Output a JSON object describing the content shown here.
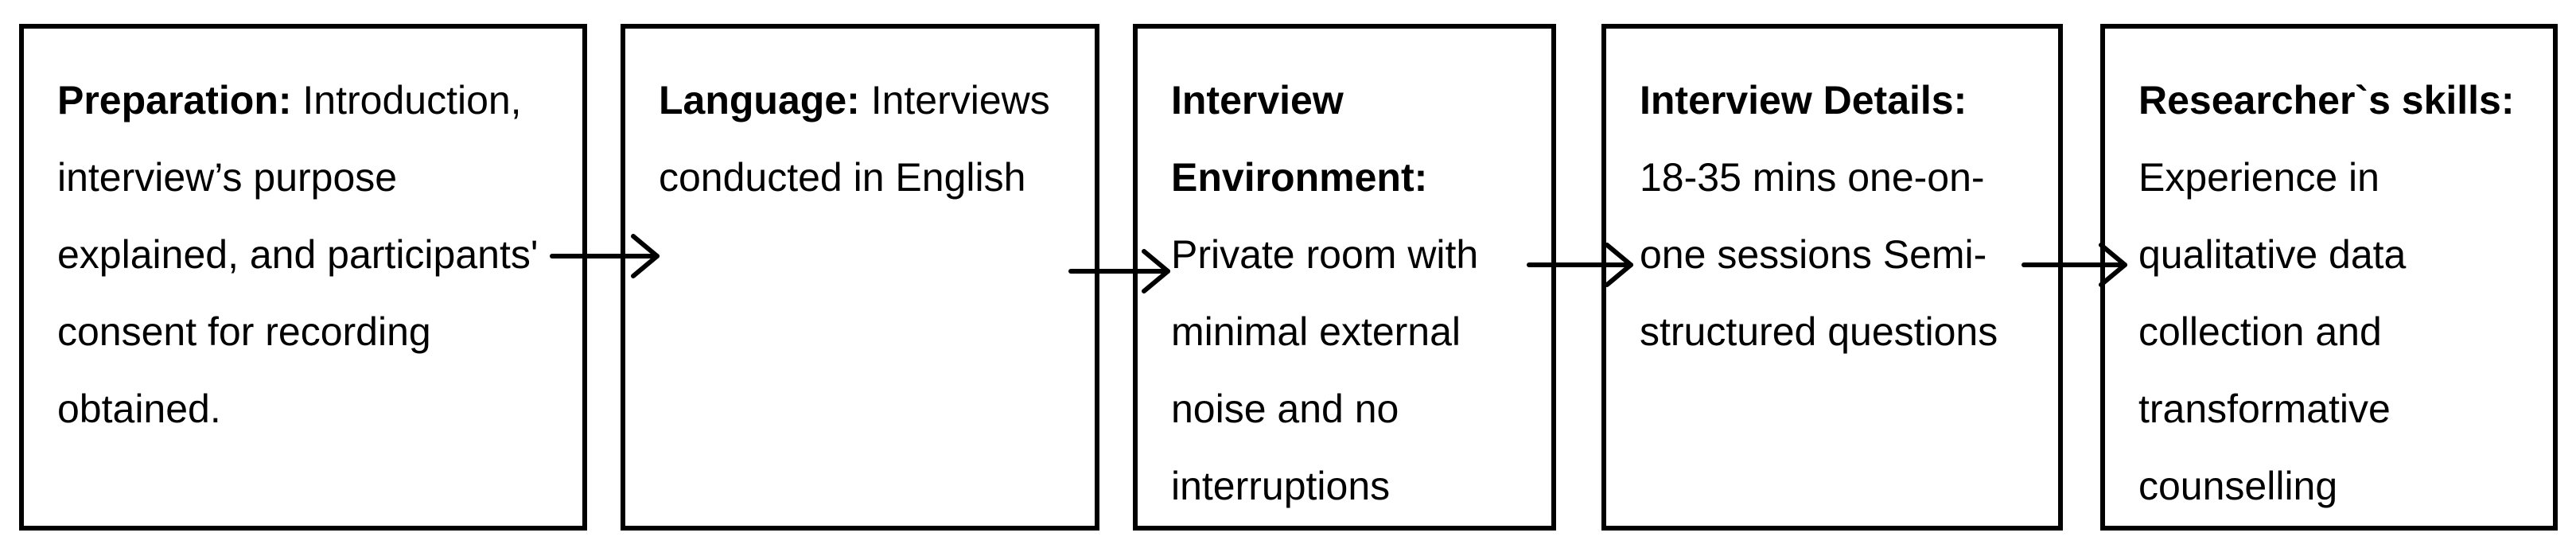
{
  "steps": [
    {
      "heading": "Preparation:",
      "text": " Introduction, interview’s purpose explained, and participants' consent for recording obtained."
    },
    {
      "heading": "Language:",
      "text": " Interviews conducted in English"
    },
    {
      "heading": "Interview Environment:",
      "text": " Private room with minimal external noise and no interruptions"
    },
    {
      "heading": "Interview Details:",
      "text": " 18-35 mins one-on-one sessions Semi-structured questions"
    },
    {
      "heading": "Researcher`s skills:",
      "text": " Experience in qualitative data collection and transformative counselling"
    }
  ],
  "colors": {
    "border": "#000000",
    "background": "#ffffff",
    "text": "#000000"
  }
}
